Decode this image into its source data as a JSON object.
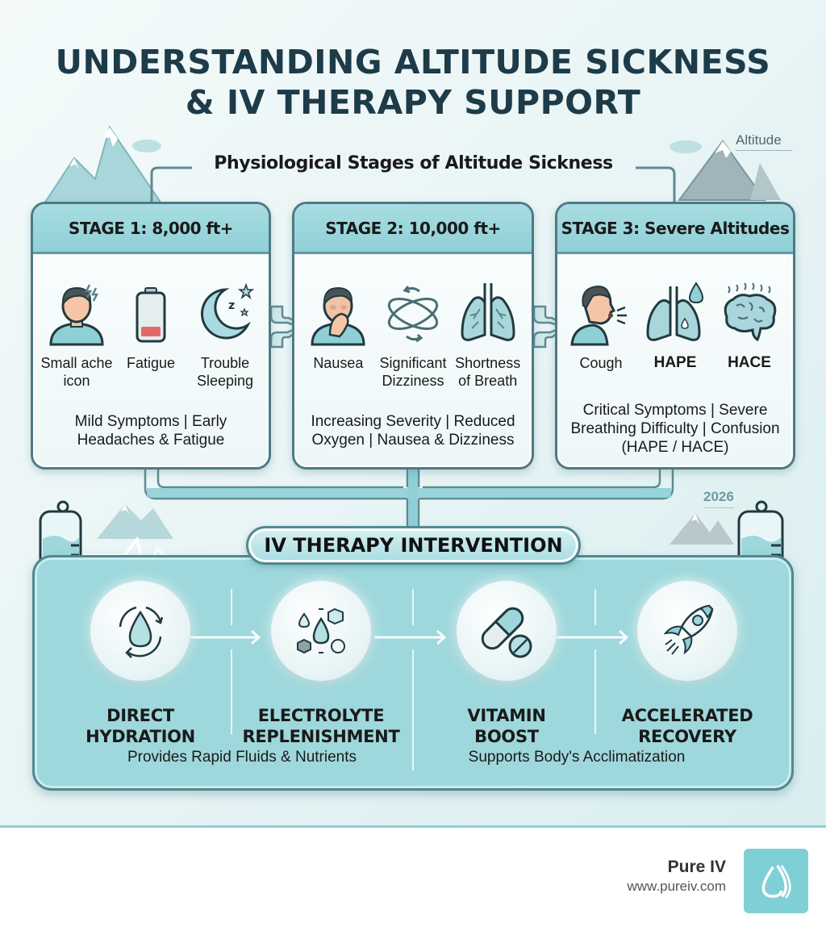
{
  "header": {
    "title_line1": "UNDERSTANDING ALTITUDE SICKNESS",
    "title_line2": "& IV THERAPY SUPPORT",
    "subtitle": "Physiological Stages of Altitude Sickness",
    "altitude_label": "Altitude",
    "year_label": "2026"
  },
  "stages": [
    {
      "title": "STAGE 1: 8,000 ft+",
      "symptoms": [
        {
          "label": "Small ache icon",
          "icon": "headache-person-icon"
        },
        {
          "label": "Fatigue",
          "icon": "low-battery-icon"
        },
        {
          "label": "Trouble Sleeping",
          "icon": "moon-sleep-icon"
        }
      ],
      "description": "Mild Symptoms | Early Headaches & Fatigue"
    },
    {
      "title": "STAGE 2: 10,000 ft+",
      "symptoms": [
        {
          "label": "Nausea",
          "icon": "nausea-person-icon"
        },
        {
          "label": "Significant Dizziness",
          "icon": "dizziness-orbit-icon"
        },
        {
          "label": "Shortness of Breath",
          "icon": "lungs-icon"
        }
      ],
      "description": "Increasing Severity | Reduced Oxygen | Nausea & Dizziness"
    },
    {
      "title": "STAGE 3: Severe Altitudes",
      "symptoms": [
        {
          "label": "Cough",
          "icon": "cough-person-icon"
        },
        {
          "label": "HAPE",
          "icon": "lungs-fluid-icon"
        },
        {
          "label": "HACE",
          "icon": "brain-icon"
        }
      ],
      "description": "Critical Symptoms | Severe Breathing Difficulty | Confusion (HAPE / HACE)"
    }
  ],
  "intervention": {
    "title": "IV THERAPY INTERVENTION",
    "steps": [
      {
        "label_line1": "DIRECT",
        "label_line2": "HYDRATION",
        "icon": "water-drop-cycle-icon"
      },
      {
        "label_line1": "ELECTROLYTE",
        "label_line2": "REPLENISHMENT",
        "icon": "electrolytes-icon"
      },
      {
        "label_line1": "VITAMIN",
        "label_line2": "BOOST",
        "icon": "capsule-pill-icon"
      },
      {
        "label_line1": "ACCELERATED",
        "label_line2": "RECOVERY",
        "icon": "rocket-icon"
      }
    ],
    "captions": [
      "Provides Rapid Fluids & Nutrients",
      "Supports Body's Acclimatization"
    ]
  },
  "footer": {
    "brand_name": "Pure IV",
    "brand_url": "www.pureiv.com",
    "logo_icon": "water-drop-logo-icon"
  },
  "colors": {
    "title": "#1d3b48",
    "teal_header": "#8fd0d6",
    "panel": "#9fd8dc",
    "border": "#4e7a83",
    "logo_bg": "#7fd0d6"
  }
}
